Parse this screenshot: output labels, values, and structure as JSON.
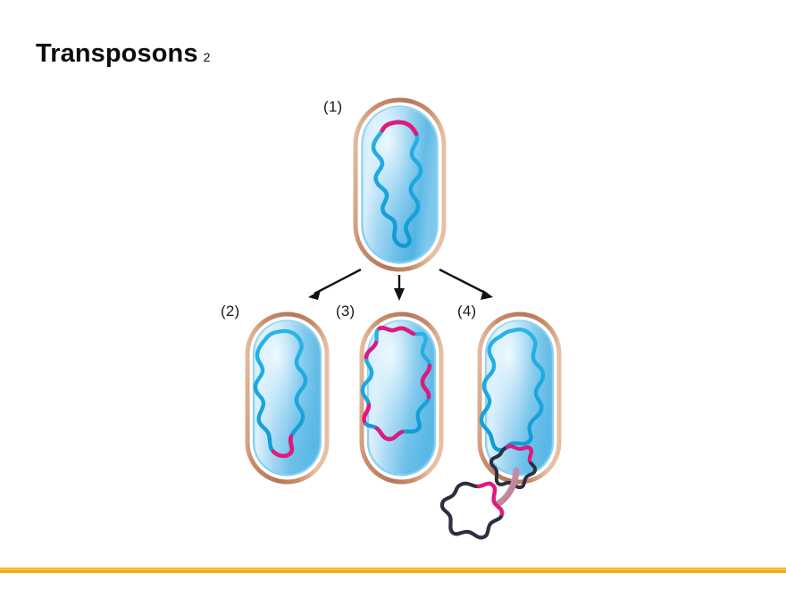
{
  "slide": {
    "background_color": "#ffffff",
    "accent_bar_color": "#f5a814"
  },
  "title": {
    "main": "Transposons",
    "superscript": "2"
  },
  "figure": {
    "name": "transposon-mechanism-diagram",
    "labels": {
      "cell_1": "(1)",
      "cell_2": "(2)",
      "cell_3": "(3)",
      "cell_4": "(4)"
    },
    "colors": {
      "cell_wall": "#bc7d5c",
      "cell_wall_light": "#e3b79a",
      "membrane": "#8fd3f0",
      "cytoplasm_light": "#cfeafc",
      "cytoplasm_mid": "#6ec1ea",
      "cytoplasm_deep": "#3ba7dd",
      "dna_chromosome": "#17a9e0",
      "transposon": "#e0197e",
      "plasmid_ring": "#2b2f42",
      "transfer_arrow": "#c98aa2",
      "branch_arrow": "#111111"
    },
    "elements": {
      "cell_1_description": "Parent bacterial cell with circular chromosome carrying one transposon segment",
      "cell_2_description": "Daughter cell: transposon relocated to a new chromosomal site",
      "cell_3_description": "Daughter cell: multiple transposon copies inserted around the chromosome",
      "cell_4_description": "Daughter cell: transposon carried on a plasmid being transferred out of the cell",
      "plasmid_internal": "plasmid inside cell 4 bearing transposon",
      "plasmid_external": "plasmid released outside cell 4 bearing transposon"
    }
  }
}
